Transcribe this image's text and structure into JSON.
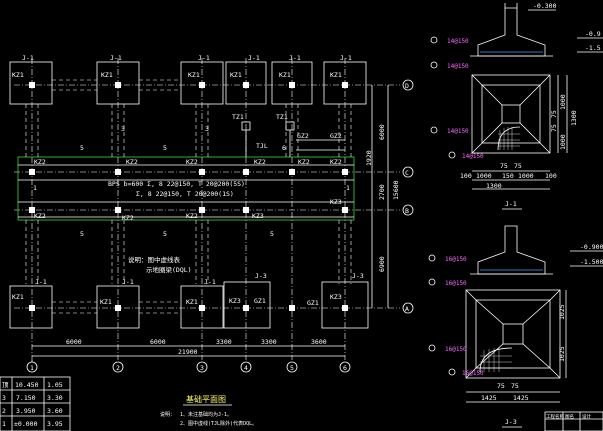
{
  "plan": {
    "title": "基础平面图",
    "notes_label": "说明：",
    "notes": [
      "1、未注基础均为J-1。",
      "2、图中虚线(TJL除外)代表DQL。"
    ],
    "inner_note_1": "说明：图中虚线表",
    "inner_note_2": "示地圈梁(DQL)",
    "beam_spec_1": "BPS b=600  Σ, 8  22@150, T  20@200(5S)",
    "beam_spec_2": "Σ, 8  22@150, T  20@200(1S)",
    "footing_top": [
      "J-1",
      "J-1",
      "J-1",
      "J-1",
      "J-1",
      "J-1"
    ],
    "footing_bottom": [
      "J-1",
      "J-1",
      "J-1",
      "J-3",
      "J-3"
    ],
    "kz1_labels": [
      "KZ1",
      "KZ1",
      "KZ1",
      "KZ1",
      "KZ1",
      "KZ1"
    ],
    "kz2_labels": [
      "KZ2",
      "KZ2",
      "KZ2",
      "KZ2",
      "KZ2",
      "KZ2"
    ],
    "kz2_lower": [
      "KZ2",
      "KZ2",
      "KZ2",
      "KZ3"
    ],
    "kz3_right": "KZ3",
    "tz_labels": [
      "TZ1",
      "TZ1",
      "GZ2",
      "GZ2",
      "TJL"
    ],
    "bottom_cols": [
      "KZ1",
      "KZ1",
      "KZ1",
      "KZ3",
      "GZ1",
      "GZ1",
      "KZ3"
    ],
    "grid_right": [
      "D",
      "C",
      "B",
      "A"
    ],
    "grid_bottom": [
      "1",
      "2",
      "3",
      "4",
      "5",
      "6"
    ],
    "dims_bottom": [
      "6000",
      "6000",
      "3300",
      "3300",
      "3600"
    ],
    "dim_total": "21900",
    "dims_right": [
      "6000",
      "1920",
      "2700",
      "6900"
    ],
    "dim_right_total": "15600",
    "section_marks": [
      "5",
      "5",
      "5",
      "5",
      "3",
      "3",
      "5",
      "6",
      "1",
      "1"
    ]
  },
  "detail_j1": {
    "title": "J-1",
    "elev_top": "-0.300",
    "elev_1": "-0.9",
    "elev_2": "-1.5",
    "rebar_1": "14@150",
    "rebar_2": "14@150",
    "rebar_3": "14@150",
    "rebar_4": "14@150",
    "dims_h": [
      "75",
      "75"
    ],
    "dims_base": [
      "100",
      "1000",
      "150",
      "1000",
      "100"
    ],
    "dim_total": "1300",
    "dims_v": [
      "75",
      "75",
      "1000",
      "1000"
    ],
    "dim_v_total": "1300"
  },
  "detail_j3": {
    "title": "J-3",
    "elev_1": "-0.900",
    "elev_2": "-1.500",
    "rebar_1": "16@150",
    "rebar_2": "16@150",
    "rebar_3": "16@150",
    "rebar_4": "16@150",
    "dims_h": [
      "75",
      "75"
    ],
    "dims_base": [
      "1425",
      "1425"
    ],
    "dims_v": [
      "1025",
      "1025"
    ]
  },
  "level_table": {
    "rows": [
      [
        "顶",
        "10.450",
        "1.05"
      ],
      [
        "3",
        "7.150",
        "3.30"
      ],
      [
        "2",
        "3.950",
        "3.60"
      ],
      [
        "1",
        "±0.000",
        "3.95"
      ]
    ]
  },
  "title_block": {
    "labels": [
      "工程名称",
      "图名",
      "设计"
    ]
  }
}
